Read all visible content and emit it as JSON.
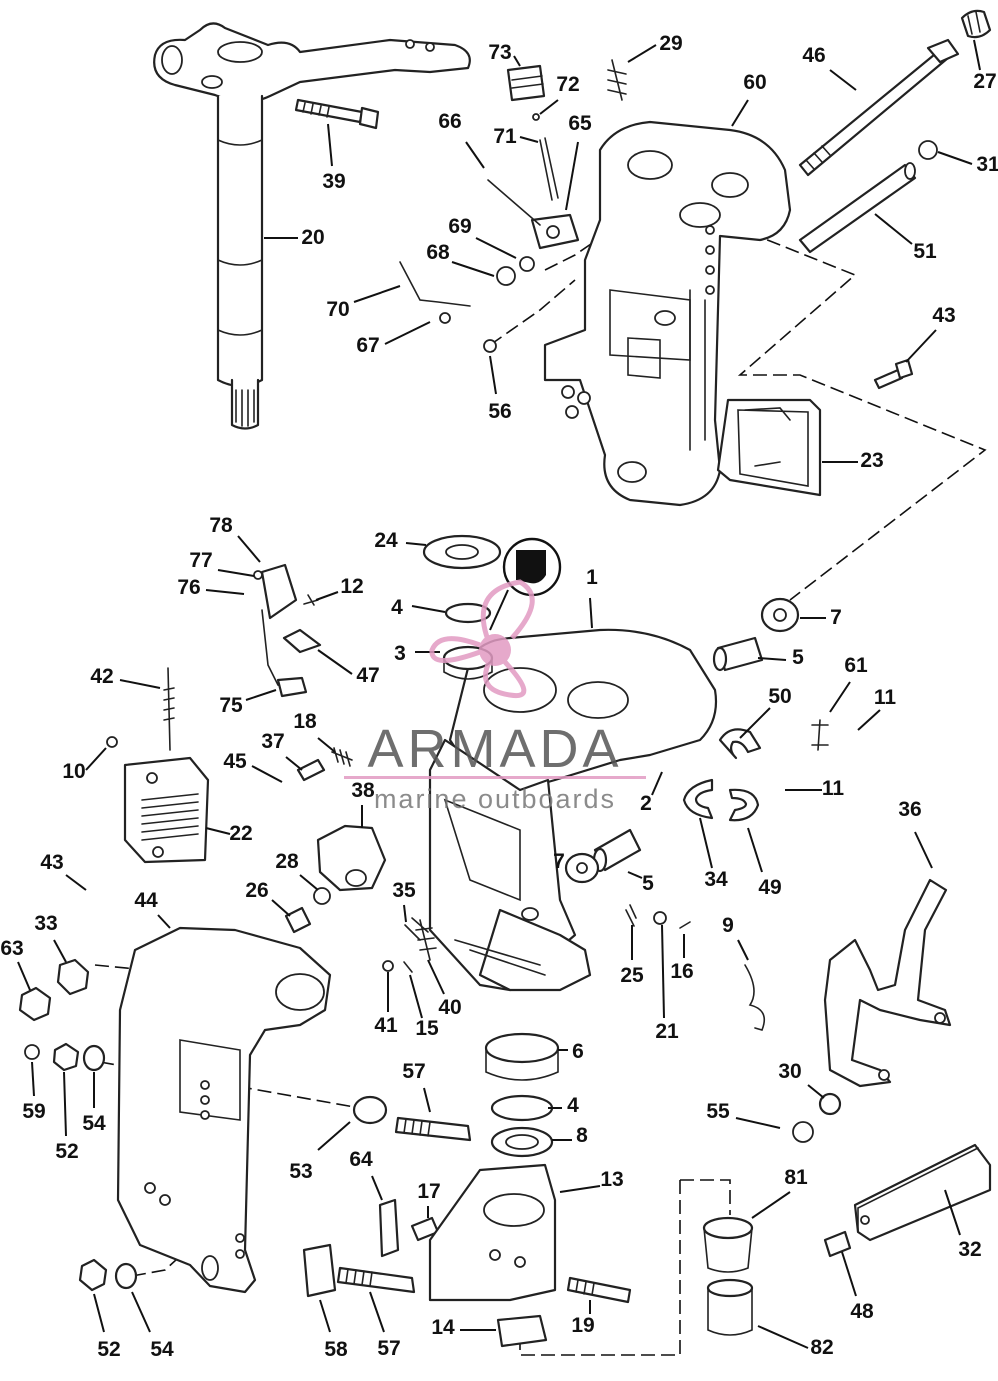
{
  "watermark": {
    "brand": "ARMADA",
    "tagline": "marine outboards",
    "color": "#e29bc3"
  },
  "callout_icon": "sealant-tube-icon",
  "labels": [
    "1",
    "2",
    "3",
    "4",
    "4",
    "5",
    "5",
    "6",
    "7",
    "7",
    "8",
    "9",
    "10",
    "11",
    "11",
    "12",
    "13",
    "14",
    "15",
    "16",
    "17",
    "18",
    "19",
    "20",
    "21",
    "22",
    "23",
    "24",
    "25",
    "26",
    "27",
    "28",
    "29",
    "30",
    "31",
    "32",
    "33",
    "34",
    "35",
    "36",
    "37",
    "38",
    "39",
    "40",
    "41",
    "42",
    "43",
    "43",
    "44",
    "45",
    "46",
    "47",
    "48",
    "49",
    "50",
    "51",
    "52",
    "52",
    "53",
    "54",
    "54",
    "55",
    "56",
    "57",
    "57",
    "58",
    "59",
    "60",
    "61",
    "63",
    "64",
    "65",
    "66",
    "67",
    "68",
    "69",
    "70",
    "71",
    "72",
    "73",
    "75",
    "76",
    "77",
    "78",
    "81",
    "82"
  ]
}
